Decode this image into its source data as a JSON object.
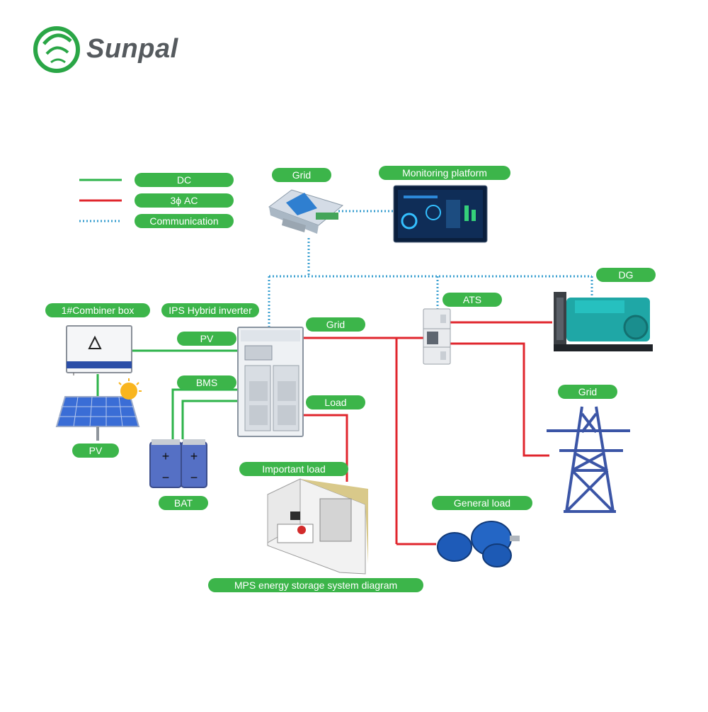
{
  "brand": {
    "name": "Sunpal",
    "accent": "#3cb54a"
  },
  "legend": [
    {
      "label": "DC",
      "color": "#2db34a",
      "style": "solid"
    },
    {
      "label": "3ϕ AC",
      "color": "#e0262d",
      "style": "solid"
    },
    {
      "label": "Communication",
      "color": "#3a9fd0",
      "style": "dotted"
    }
  ],
  "labels": {
    "grid_comm": "Grid",
    "monitoring_platform": "Monitoring platform",
    "dg": "DG",
    "ats": "ATS",
    "combiner_box": "1#Combiner box",
    "ips_inverter": "IPS Hybrid inverter",
    "pv_line": "PV",
    "grid_line": "Grid",
    "bms": "BMS",
    "load": "Load",
    "grid_tower": "Grid",
    "pv_panel": "PV",
    "important_load": "Important load",
    "bat": "BAT",
    "general_load": "General load",
    "caption": "MPS energy storage system diagram"
  },
  "colors": {
    "dc": "#2db34a",
    "ac": "#e0262d",
    "comm": "#3a9fd0",
    "label_bg": "#3cb54a"
  }
}
